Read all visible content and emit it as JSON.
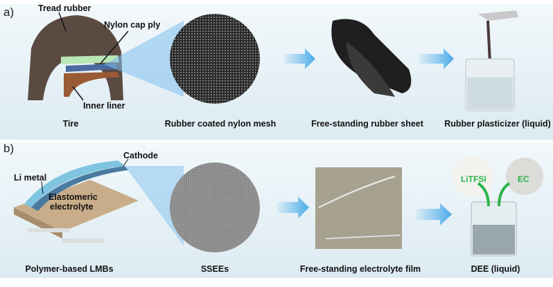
{
  "panel_a": {
    "label": "a)",
    "tire_labels": {
      "tread": "Tread rubber",
      "cap": "Nylon cap ply",
      "liner": "Inner liner"
    },
    "captions": [
      "Tire",
      "Rubber coated nylon mesh",
      "Free-standing rubber sheet",
      "Rubber plasticizer (liquid)"
    ]
  },
  "panel_b": {
    "label": "b)",
    "battery_labels": {
      "cathode": "Cathode",
      "li": "Li metal",
      "electrolyte_1": "Elastomeric",
      "electrolyte_2": "electrolyte"
    },
    "powders": {
      "left": "LiTFSI",
      "right": "EC"
    },
    "captions": [
      "Polymer-based LMBs",
      "SSEEs",
      "Free-standing electrolyte  film",
      "DEE (liquid)"
    ]
  },
  "colors": {
    "arrow": "#5bb6ee",
    "green": "#2bb34a"
  }
}
